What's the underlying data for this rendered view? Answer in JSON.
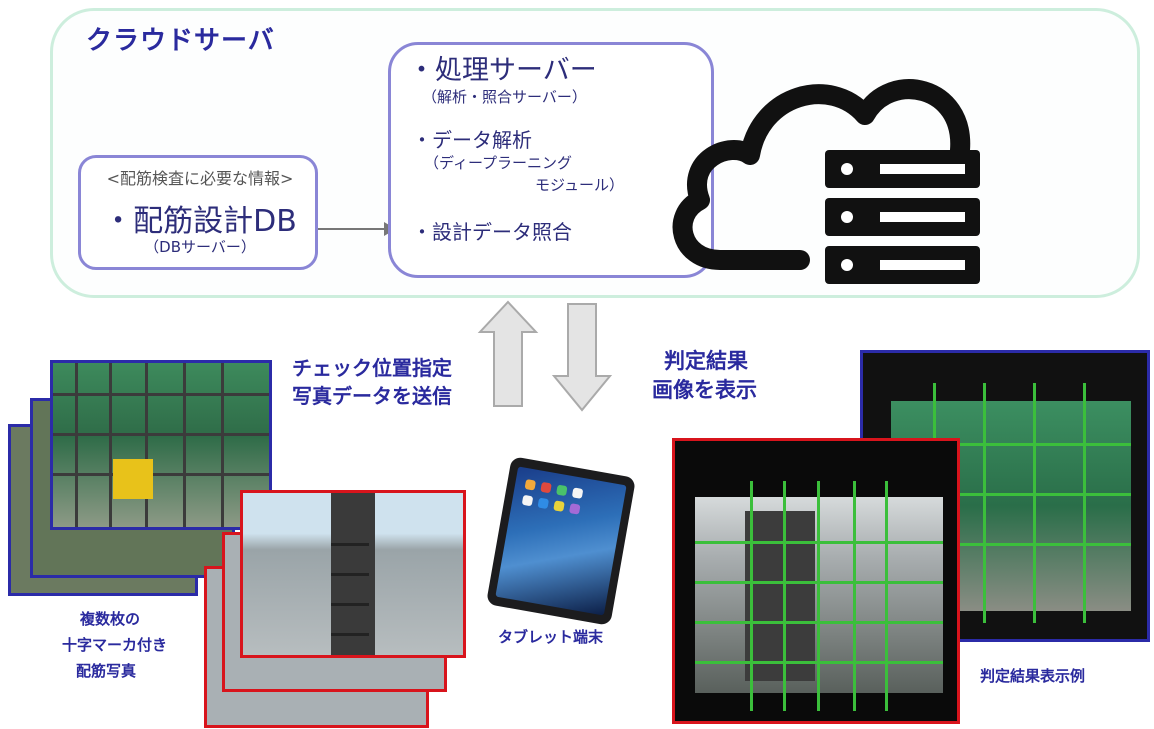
{
  "cloud": {
    "title": "クラウドサーバ"
  },
  "db": {
    "subtitle": "<配筋検査に必要な情報>",
    "title": "・配筋設計DB",
    "server": "（DBサーバー）"
  },
  "processing": {
    "title": "・処理サーバー",
    "title_sub": "（解析・照合サーバー）",
    "analysis": "・データ解析",
    "analysis_sub1": "（ディープラーニング",
    "analysis_sub2": "モジュール）",
    "matching": "・設計データ照合"
  },
  "upload": {
    "line1": "チェック位置指定",
    "line2": "写真データを送信"
  },
  "download": {
    "line1": "判定結果",
    "line2": "画像を表示"
  },
  "labels": {
    "photos_line1": "複数枚の",
    "photos_line2": "十字マーカ付き",
    "photos_line3": "配筋写真",
    "tablet": "タブレット端末",
    "result_example": "判定結果表示例"
  },
  "colors": {
    "title_blue": "#2a2a9e",
    "box_border": "#8a86d6",
    "cloud_border": "#cdeedd",
    "photo_border_blue": "#2b2ba8",
    "photo_border_red": "#d8141c",
    "overlay_green": "#3bbf3b"
  }
}
